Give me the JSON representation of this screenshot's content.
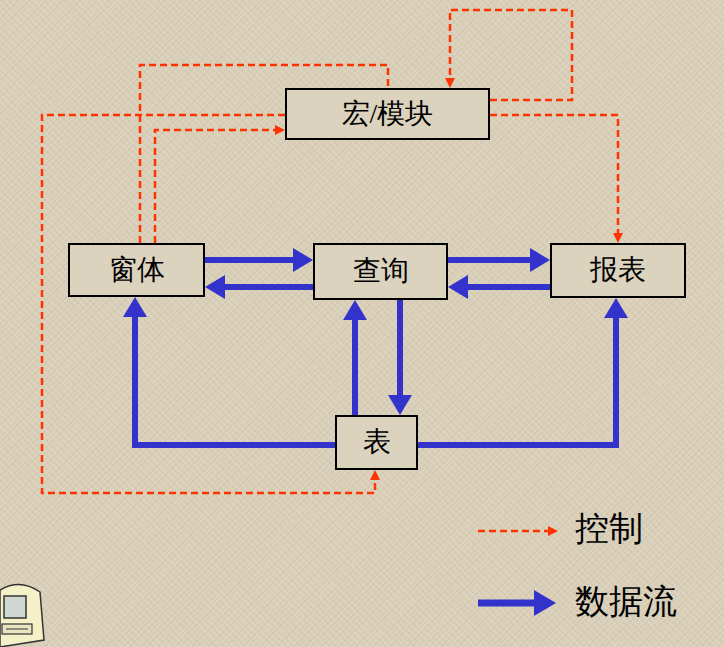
{
  "diagram": {
    "nodes": [
      {
        "text": [
          "宏/模块"
        ]
      },
      {
        "text": [
          "窗体"
        ]
      },
      {
        "text": [
          "查询"
        ]
      },
      {
        "text": [
          "报表"
        ]
      },
      {
        "text": [
          "表"
        ]
      }
    ],
    "edges": [
      {
        "from": 1,
        "to": 2,
        "arrow": "to"
      },
      {
        "from": 2,
        "to": 1,
        "arrow": "to"
      },
      {
        "from": 2,
        "to": 3,
        "arrow": "to"
      },
      {
        "from": 3,
        "to": 2,
        "arrow": "to"
      },
      {
        "from": 4,
        "to": 2,
        "arrow": "to"
      },
      {
        "from": 2,
        "to": 4,
        "arrow": "to"
      },
      {
        "from": 4,
        "to": 1,
        "arrow": "to"
      },
      {
        "from": 4,
        "to": 3,
        "arrow": "to"
      },
      {
        "from": 1,
        "to": 0,
        "arrow": "to"
      },
      {
        "from": 1,
        "to": 0,
        "arrow": "none"
      },
      {
        "from": 0,
        "to": 3,
        "arrow": "to"
      },
      {
        "from": 0,
        "to": 4,
        "arrow": "to"
      },
      {
        "from": 0,
        "to": 0,
        "arrow": "to"
      }
    ],
    "legend": [
      {
        "text": "控制"
      },
      {
        "text": "数据流"
      }
    ]
  }
}
